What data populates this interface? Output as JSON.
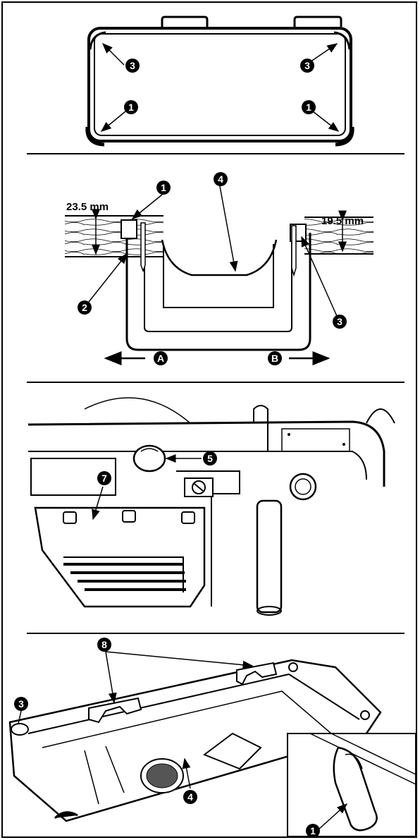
{
  "callouts": {
    "c1": "1",
    "c2": "2",
    "c3": "3",
    "c4": "4",
    "c5": "5",
    "c7": "7",
    "c8": "8",
    "cA": "A",
    "cB": "B"
  },
  "dimensions": {
    "left": "23.5 mm",
    "right": "19.5 mm"
  },
  "colors": {
    "ink": "#000000",
    "paper": "#ffffff",
    "wood": "#e8e8e8"
  }
}
